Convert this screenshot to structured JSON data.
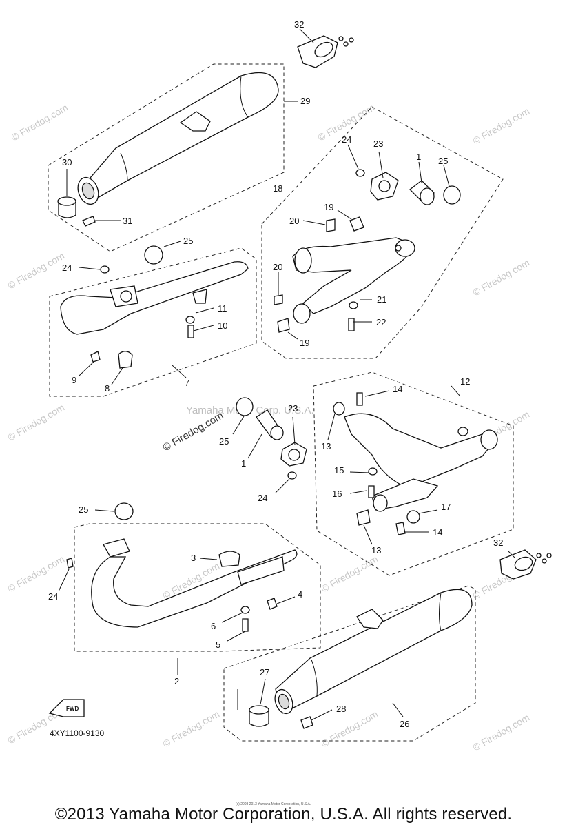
{
  "diagram_code": "4XY1100-9130",
  "fwd_label": "FWD",
  "watermark_center": "Yamaha Motor Corp. U.S.A.",
  "watermark_site": "© Firedog.com",
  "copyright_footer": "©2013 Yamaha Motor Corporation, U.S.A. All rights reserved.",
  "copyright_small": "(c) 2008 2013 Yamaha Motor Corporation, U.S.A.",
  "callouts": {
    "p1a": "1",
    "p1b": "1",
    "p2": "2",
    "p3": "3",
    "p4": "4",
    "p5": "5",
    "p6": "6",
    "p7": "7",
    "p8": "8",
    "p9": "9",
    "p10": "10",
    "p11": "11",
    "p12": "12",
    "p13a": "13",
    "p13b": "13",
    "p14a": "14",
    "p14b": "14",
    "p15": "15",
    "p16": "16",
    "p17": "17",
    "p18": "18",
    "p19a": "19",
    "p19b": "19",
    "p20a": "20",
    "p20b": "20",
    "p21": "21",
    "p22": "22",
    "p23a": "23",
    "p23b": "23",
    "p24a": "24",
    "p24b": "24",
    "p24c": "24",
    "p24d": "24",
    "p25a": "25",
    "p25b": "25",
    "p25c": "25",
    "p25d": "25",
    "p26": "26",
    "p27": "27",
    "p28": "28",
    "p29": "29",
    "p30": "30",
    "p31": "31",
    "p32a": "32",
    "p32b": "32"
  }
}
